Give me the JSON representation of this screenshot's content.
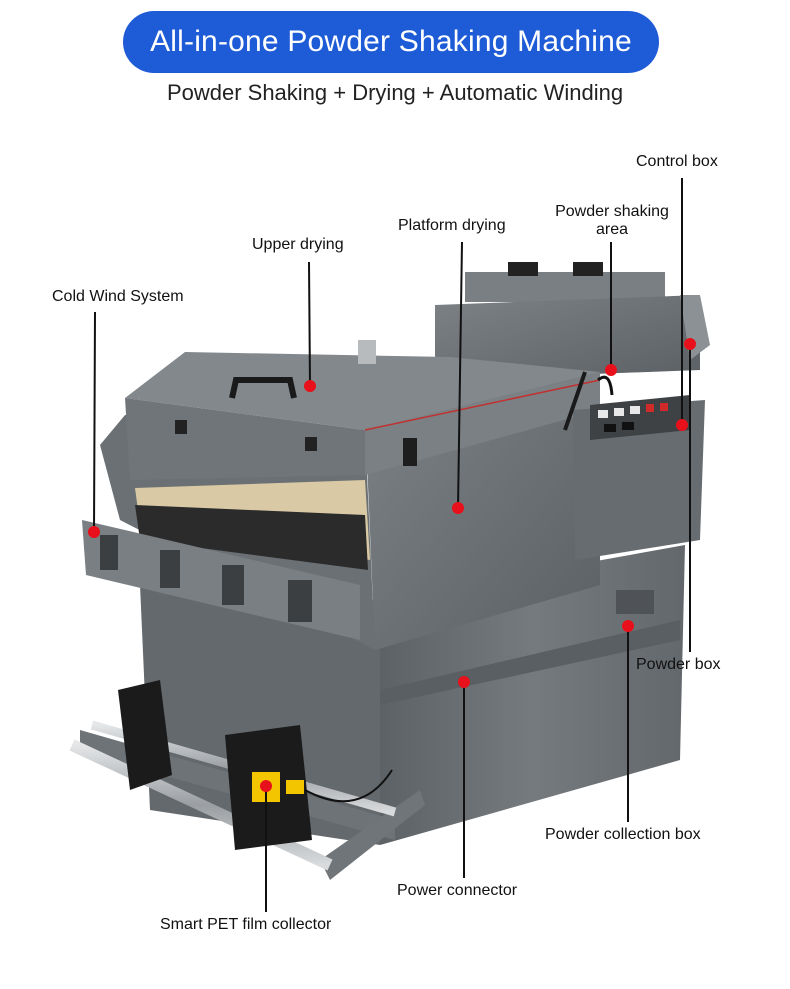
{
  "header": {
    "title": "All-in-one Powder Shaking Machine",
    "subtitle": "Powder Shaking + Drying + Automatic Winding"
  },
  "callouts": {
    "control_box": "Control box",
    "powder_shaking_area_line1": "Powder shaking",
    "powder_shaking_area_line2": "area",
    "platform_drying": "Platform drying",
    "upper_drying": "Upper drying",
    "cold_wind_system": "Cold Wind System",
    "powder_box": "Powder box",
    "powder_collection_box": "Powder collection box",
    "power_connector": "Power connector",
    "smart_pet_film_collector": "Smart PET film collector"
  },
  "colors": {
    "title_background": "#1e5bd6",
    "marker": "#e8101a",
    "machine_body": "#6f7478"
  }
}
